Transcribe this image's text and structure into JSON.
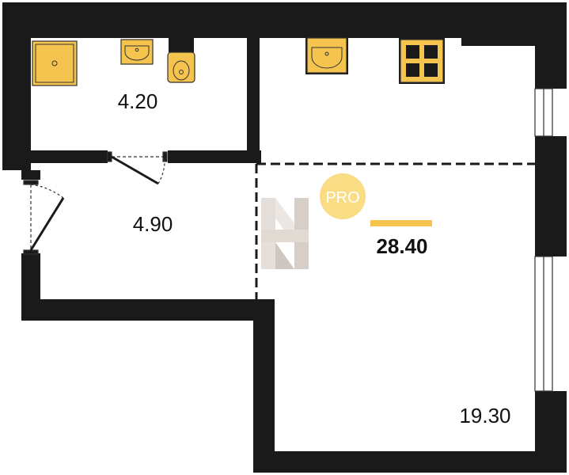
{
  "rooms": {
    "bathroom": {
      "area": "4.20"
    },
    "hallway": {
      "area": "4.90"
    },
    "living": {
      "area": "19.30"
    }
  },
  "total": {
    "area": "28.40"
  },
  "badge": {
    "text": "PRO"
  },
  "colors": {
    "wall": "#1a1a1a",
    "fixture": "#f5c44e",
    "fixture_stroke": "#333333",
    "badge": "#f9dc84",
    "badge_text": "#ffffff",
    "accent_bar": "#f5c44e",
    "logo": "#d9d2cc"
  },
  "icons": [
    "shower-tray-icon",
    "washbasin-icon",
    "toilet-icon",
    "kitchen-sink-icon",
    "stove-icon",
    "door-icon",
    "window-icon",
    "brand-logo-icon"
  ]
}
